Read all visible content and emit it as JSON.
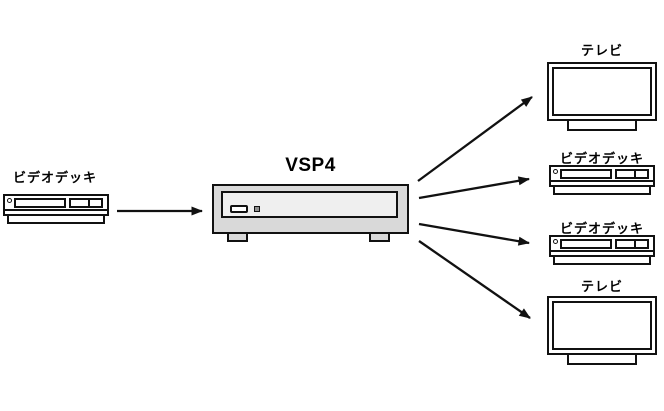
{
  "diagram": {
    "hub": {
      "label": "VSP4",
      "type": "video-splitter"
    },
    "source": {
      "label": "ビデオデッキ",
      "type": "vcr"
    },
    "outputs": [
      {
        "label": "テレビ",
        "type": "tv"
      },
      {
        "label": "ビデオデッキ",
        "type": "vcr"
      },
      {
        "label": "ビデオデッキ",
        "type": "vcr"
      },
      {
        "label": "テレビ",
        "type": "tv"
      }
    ],
    "connections": [
      {
        "from": "source-vcr",
        "to": "hub-vsp4"
      },
      {
        "from": "hub-vsp4",
        "to": "output-tv-top"
      },
      {
        "from": "hub-vsp4",
        "to": "output-vcr-1"
      },
      {
        "from": "hub-vsp4",
        "to": "output-vcr-2"
      },
      {
        "from": "hub-vsp4",
        "to": "output-tv-bottom"
      }
    ],
    "colors": {
      "line": "#111111",
      "background": "#ffffff",
      "device_fill": "#ffffff",
      "hub_fill": "#d9d9d9",
      "hub_panel_fill": "#efefef"
    }
  }
}
